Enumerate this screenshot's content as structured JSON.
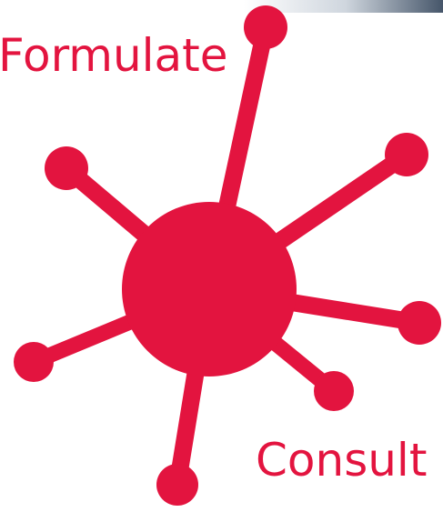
{
  "diagram": {
    "labels": {
      "top_left": "Formulate",
      "bottom_right": "Consult"
    },
    "colors": {
      "accent": "#e3143f",
      "text": "#e3143f",
      "background": "#ffffff",
      "top_band_dark": "#46566a"
    },
    "hub": {
      "name": "central-hub"
    },
    "spokes": [
      {
        "name": "spoke-top"
      },
      {
        "name": "spoke-upper-left"
      },
      {
        "name": "spoke-upper-right"
      },
      {
        "name": "spoke-right"
      },
      {
        "name": "spoke-lower-right"
      },
      {
        "name": "spoke-bottom"
      },
      {
        "name": "spoke-left"
      }
    ]
  }
}
